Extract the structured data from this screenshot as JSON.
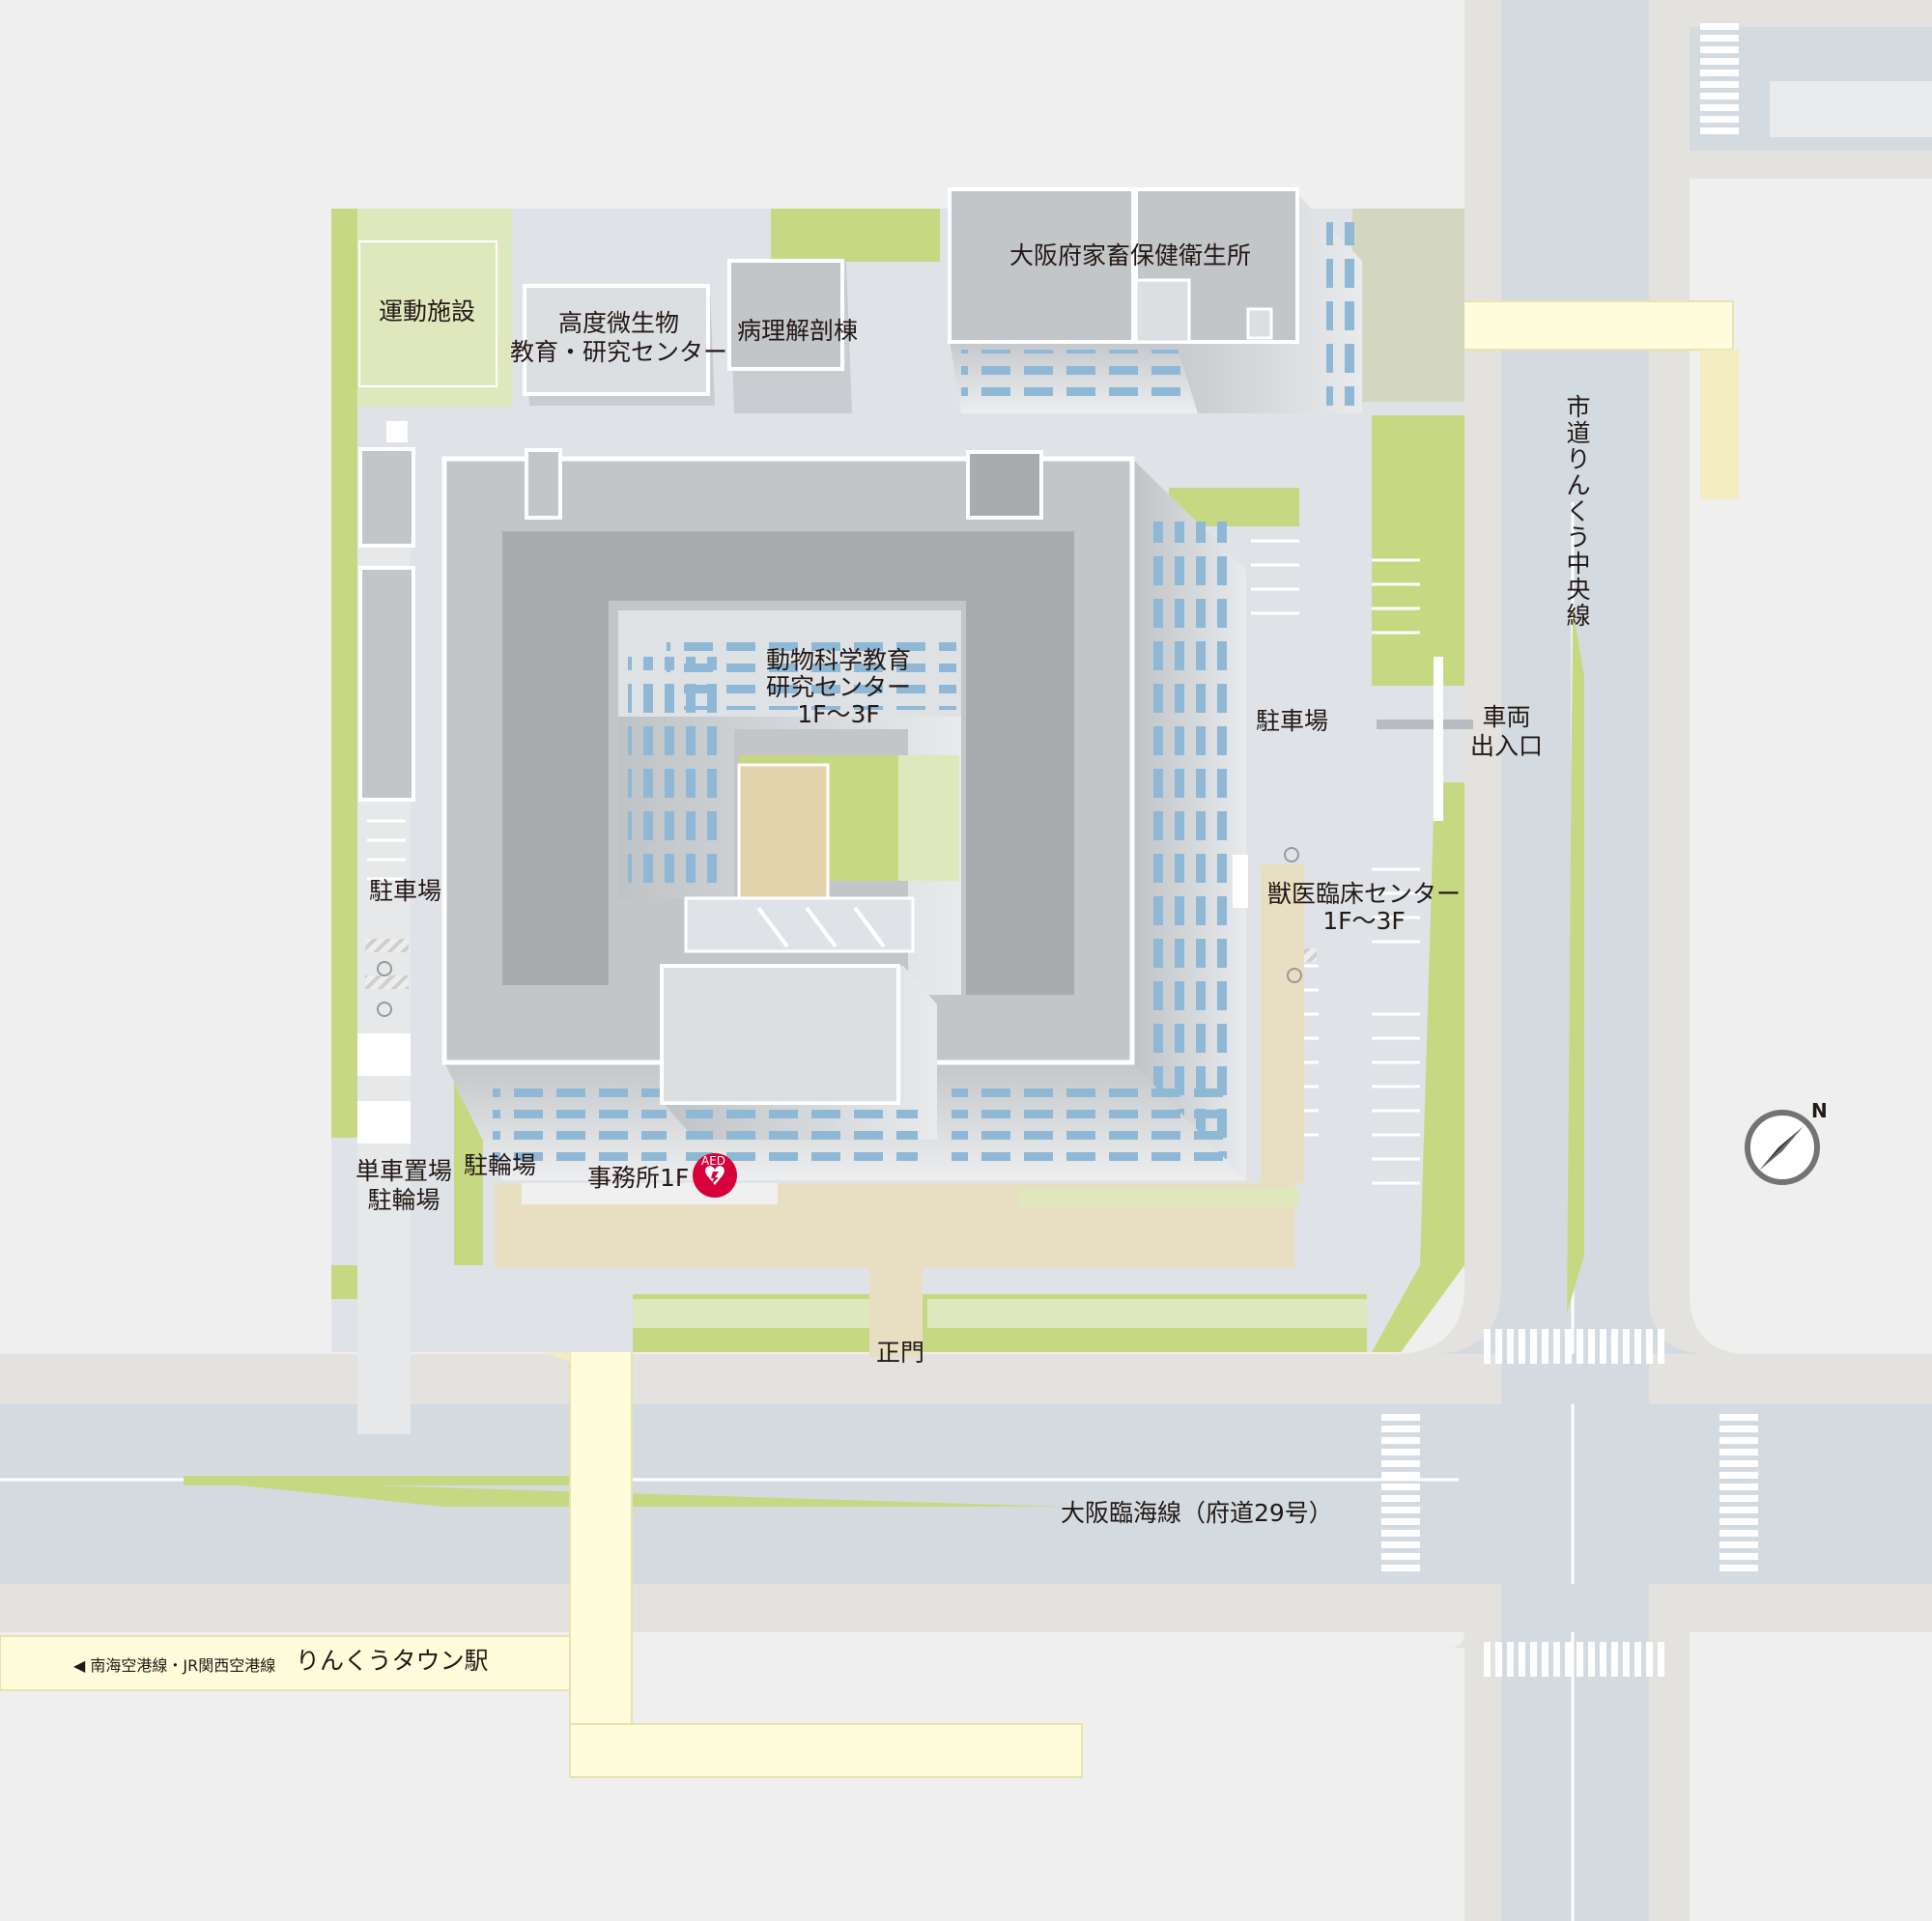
{
  "map": {
    "labels": {
      "sports_facility": "運動施設",
      "microbe_center_line1": "高度微生物",
      "microbe_center_line2": "教育・研究センター",
      "pathology": "病理解剖棟",
      "livestock_office": "大阪府家畜保健衛生所",
      "animal_center_line1": "動物科学教育",
      "animal_center_line2": "研究センター",
      "animal_center_line3": "1F〜3F",
      "parking_east": "駐車場",
      "vehicle_entrance_line1": "車両",
      "vehicle_entrance_line2": "出入口",
      "vet_clinic_line1": "獣医臨床センター",
      "vet_clinic_line2": "1F〜3F",
      "parking_west": "駐車場",
      "bicycle_line1": "単車置場",
      "bicycle_line2": "駐輪場",
      "bicycle_small": "駐輪場",
      "office": "事務所1F",
      "aed": "AED",
      "main_gate": "正門",
      "road_south": "大阪臨海線（府道29号）",
      "road_east": "市道りんくう中央線",
      "station_lines": "◀ 南海空港線・JR関西空港線",
      "station_name": "りんくうタウン駅",
      "compass_north": "N"
    },
    "colors": {
      "background": "#eeefee",
      "sidewalk": "#e4e2df",
      "road": "#d4dbe0",
      "campus": "#dfe3e7",
      "grass": "#c6d982",
      "grass_light": "#dfe8bd",
      "building_top": "#a9acaf",
      "building_side": "#c9ccd0",
      "window": "#8eb8d6",
      "walkway": "#fffcdc",
      "paved": "#e8dfc2",
      "aed_red": "#d7003a"
    }
  }
}
